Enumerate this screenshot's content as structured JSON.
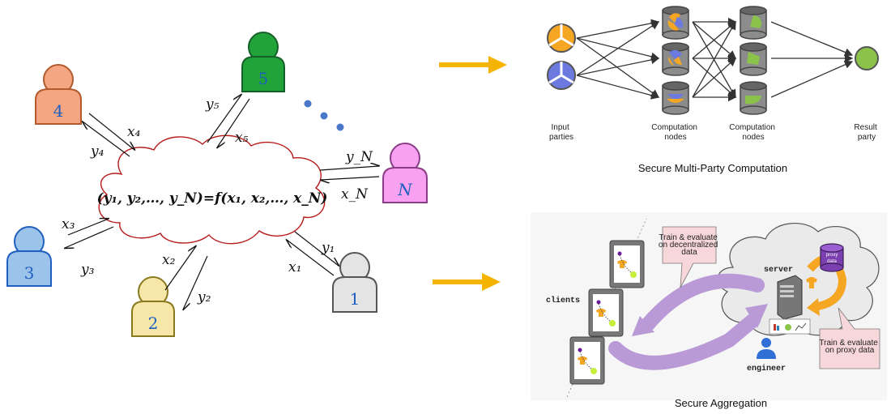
{
  "left_diagram": {
    "formula": "(y₁, y₂,…, y_N)=f(x₁, x₂,…, x_N)",
    "parties": [
      {
        "id": "4",
        "color": "#f4a582",
        "stroke": "#b35a2b",
        "numColor": "#1f5fbf"
      },
      {
        "id": "5",
        "color": "#22a33a",
        "stroke": "#15602a",
        "numColor": "#1f5fbf"
      },
      {
        "id": "N",
        "color": "#f7a1f0",
        "stroke": "#8a3d86",
        "numColor": "#1f5fbf"
      },
      {
        "id": "3",
        "color": "#9cc3ea",
        "stroke": "#1f5fbf",
        "numColor": "#1f5fbf"
      },
      {
        "id": "2",
        "color": "#f6e6a8",
        "stroke": "#8a7a1f",
        "numColor": "#1f5fbf"
      },
      {
        "id": "1",
        "color": "#e4e4e4",
        "stroke": "#555555",
        "numColor": "#1f5fbf"
      }
    ],
    "arrow_labels": {
      "x4": "x₄",
      "y4": "y₄",
      "x5": "x₅",
      "y5": "y₅",
      "yN": "y_N",
      "xN": "x_N",
      "x3": "x₃",
      "y3": "y₃",
      "x2": "x₂",
      "y2": "y₂",
      "x1": "x₁",
      "y1": "y₁"
    }
  },
  "mpc": {
    "labels": {
      "input": [
        "Input",
        "parties"
      ],
      "comp1": [
        "Computation",
        "nodes"
      ],
      "comp2": [
        "Computation",
        "nodes"
      ],
      "result": [
        "Result",
        "party"
      ]
    },
    "caption": "Secure Multi-Party Computation"
  },
  "agg": {
    "clients_label": "clients",
    "server_label": "server",
    "engineer_label": "engineer",
    "proxy_label": [
      "proxy",
      "data"
    ],
    "callout1": [
      "Train & evaluate",
      "on decentralized",
      "data"
    ],
    "callout2": [
      "Train & evaluate",
      "on proxy data"
    ],
    "caption": "Secure Aggregation"
  },
  "colors": {
    "arrow": "#f4b400",
    "orange": "#f5a623",
    "blue_slice": "#6c7ae0",
    "green": "#8bc34a",
    "purple": "#b99ad6",
    "cloud_stroke": "#b71c1c",
    "dots": "#4a78c8"
  }
}
